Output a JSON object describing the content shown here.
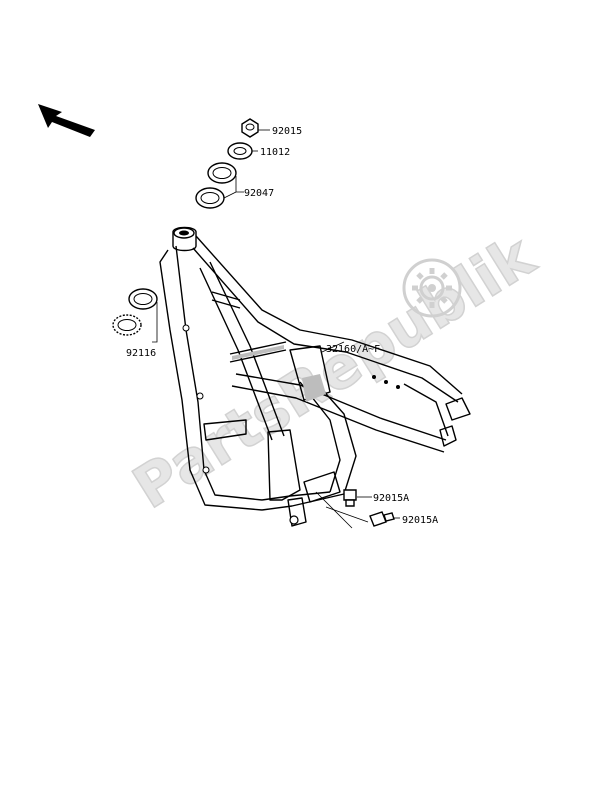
{
  "watermark": {
    "text": "PartsRepublik"
  },
  "parts": [
    {
      "id": "nut-top",
      "part_no": "92015"
    },
    {
      "id": "washer",
      "part_no": "11012"
    },
    {
      "id": "bearing-upper",
      "part_no": "92047"
    },
    {
      "id": "bearing-lower",
      "part_no": "92116"
    },
    {
      "id": "frame",
      "part_no": "32160/A~F"
    },
    {
      "id": "bolt-1",
      "part_no": "92015A"
    },
    {
      "id": "bolt-2",
      "part_no": "92015A"
    }
  ],
  "icons": {
    "direction": "front-direction-arrow-icon",
    "watermark_logo": "gear-icon"
  },
  "colors": {
    "line": "#000000",
    "watermark": "#d9d9d9",
    "background": "#ffffff"
  }
}
